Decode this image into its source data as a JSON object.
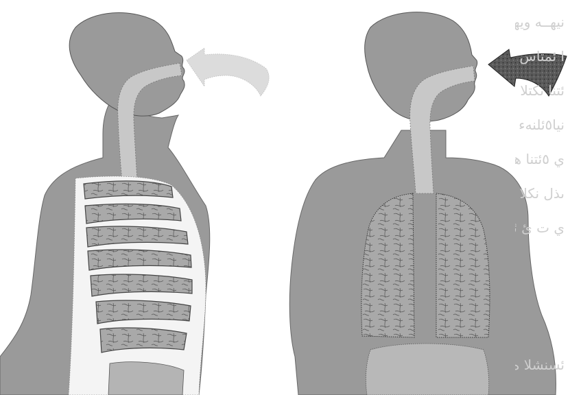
{
  "colors": {
    "paper": "#ffffff",
    "body_fill": "#9a9a9a",
    "body_light": "#b4b4b4",
    "airway": "#c8c8c8",
    "ribs": "#f2f2f2",
    "lung_tissue": "#a9a9a9",
    "outline": "#2a2a2a",
    "clean_air": "#dcdcdc",
    "polluted_air": "#5a5a5a"
  },
  "figures": [
    {
      "id": "left",
      "view": "side-profile",
      "lungs": "ribcage-exposed",
      "inflow": "clean-air"
    },
    {
      "id": "right",
      "view": "front",
      "lungs": "lungs-exposed",
      "inflow": "polluted-air"
    }
  ],
  "bleed_text_lines": [
    "نيهــه ويهــه",
    "ا ئمتاس ئيبن",
    "ئتنا نكتلا ائ",
    "نيا٥ئلنهء ئ ئئ",
    "ي ٥ئتنا هب",
    "ىذل نكلا",
    "ي ت ئ ئئا",
    "ئسنشلا ه٥٥"
  ]
}
